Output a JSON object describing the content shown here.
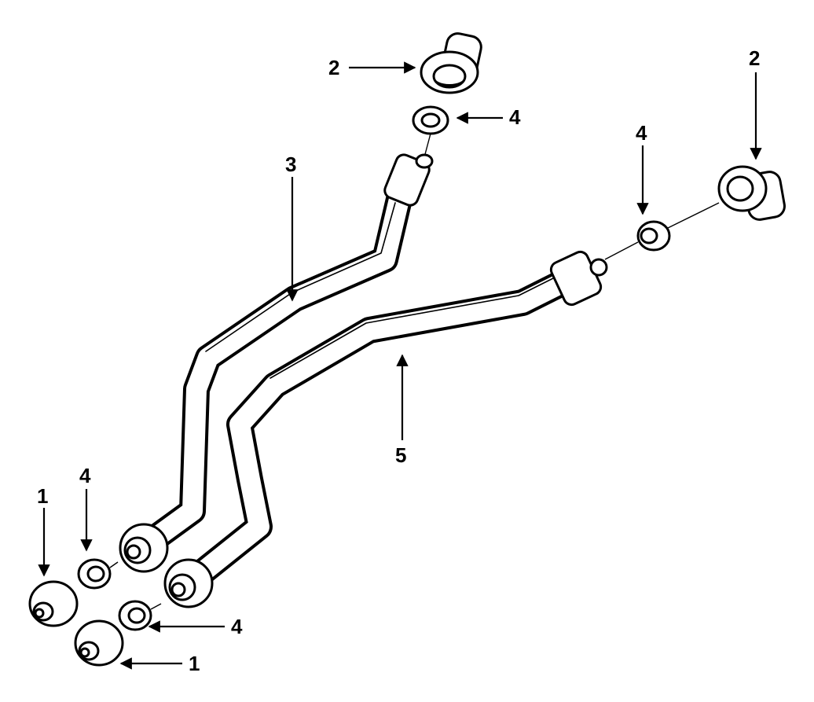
{
  "callouts": {
    "elbow_top": "2",
    "elbow_right": "2",
    "seal_top": "4",
    "seal_right": "4",
    "seal_left_upper": "4",
    "seal_left_lower": "4",
    "tube_upper": "3",
    "tube_lower": "5",
    "cap_left_upper": "1",
    "cap_left_lower": "1"
  }
}
